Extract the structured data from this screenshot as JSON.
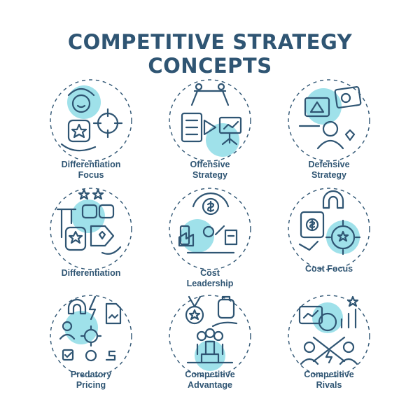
{
  "header": {
    "title_line1": "COMPETITIVE STRATEGY",
    "title_line2": "CONCEPTS"
  },
  "colors": {
    "stroke": "#2f5573",
    "accent": "#9fe1ea",
    "background": "#ffffff"
  },
  "icons": [
    {
      "name": "differentiation-focus-icon",
      "label_line1": "Differentiation",
      "label_line2": "Focus"
    },
    {
      "name": "offensive-strategy-icon",
      "label_line1": "Offensive",
      "label_line2": "Strategy"
    },
    {
      "name": "defensive-strategy-icon",
      "label_line1": "Defensive",
      "label_line2": "Strategy"
    },
    {
      "name": "differentiation-icon",
      "label_line1": "Differentiation",
      "label_line2": ""
    },
    {
      "name": "cost-leadership-icon",
      "label_line1": "Cost",
      "label_line2": "Leadership"
    },
    {
      "name": "cost-focus-icon",
      "label_line1": "Cost Focus",
      "label_line2": ""
    },
    {
      "name": "predatory-pricing-icon",
      "label_line1": "Predatory",
      "label_line2": "Pricing"
    },
    {
      "name": "competitive-advantage-icon",
      "label_line1": "Competitive",
      "label_line2": "Advantage"
    },
    {
      "name": "competitive-rivals-icon",
      "label_line1": "Competitive",
      "label_line2": "Rivals"
    }
  ]
}
